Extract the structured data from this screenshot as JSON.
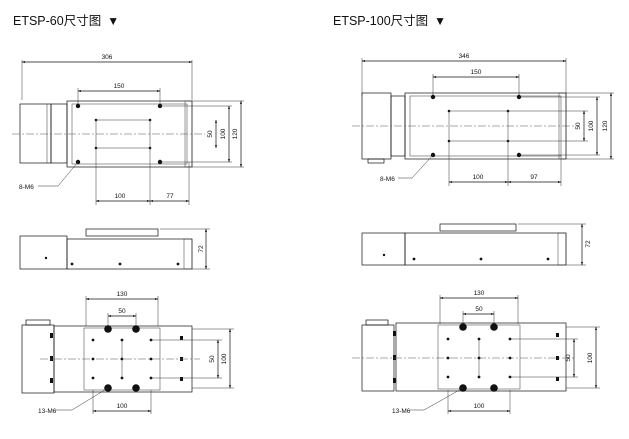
{
  "diagrams": [
    {
      "title": "ETSP-60尺寸图",
      "marker": "▼",
      "top_view": {
        "length": "306",
        "hole_pitch_x": "150",
        "hole_pitch_y": "100",
        "width": "120",
        "bottom_pitch": "100",
        "offset": "77",
        "hole_callout": "8-M6"
      },
      "side_view": {
        "height": "72"
      },
      "carriage_view": {
        "pitch_outer": "130",
        "pitch_inner": "50",
        "pitch_y_inner": "50",
        "pitch_y_outer": "100",
        "bottom_pitch": "100",
        "hole_callout": "13-M6"
      }
    },
    {
      "title": "ETSP-100尺寸图",
      "marker": "▼",
      "top_view": {
        "length": "346",
        "hole_pitch_x": "150",
        "hole_pitch_y": "100",
        "width": "120",
        "bottom_pitch": "100",
        "offset": "97",
        "hole_callout": "8-M6"
      },
      "side_view": {
        "height": "72"
      },
      "carriage_view": {
        "pitch_outer": "130",
        "pitch_inner": "50",
        "pitch_y_inner": "50",
        "pitch_y_outer": "100",
        "bottom_pitch": "100",
        "hole_callout": "13-M6"
      }
    }
  ]
}
